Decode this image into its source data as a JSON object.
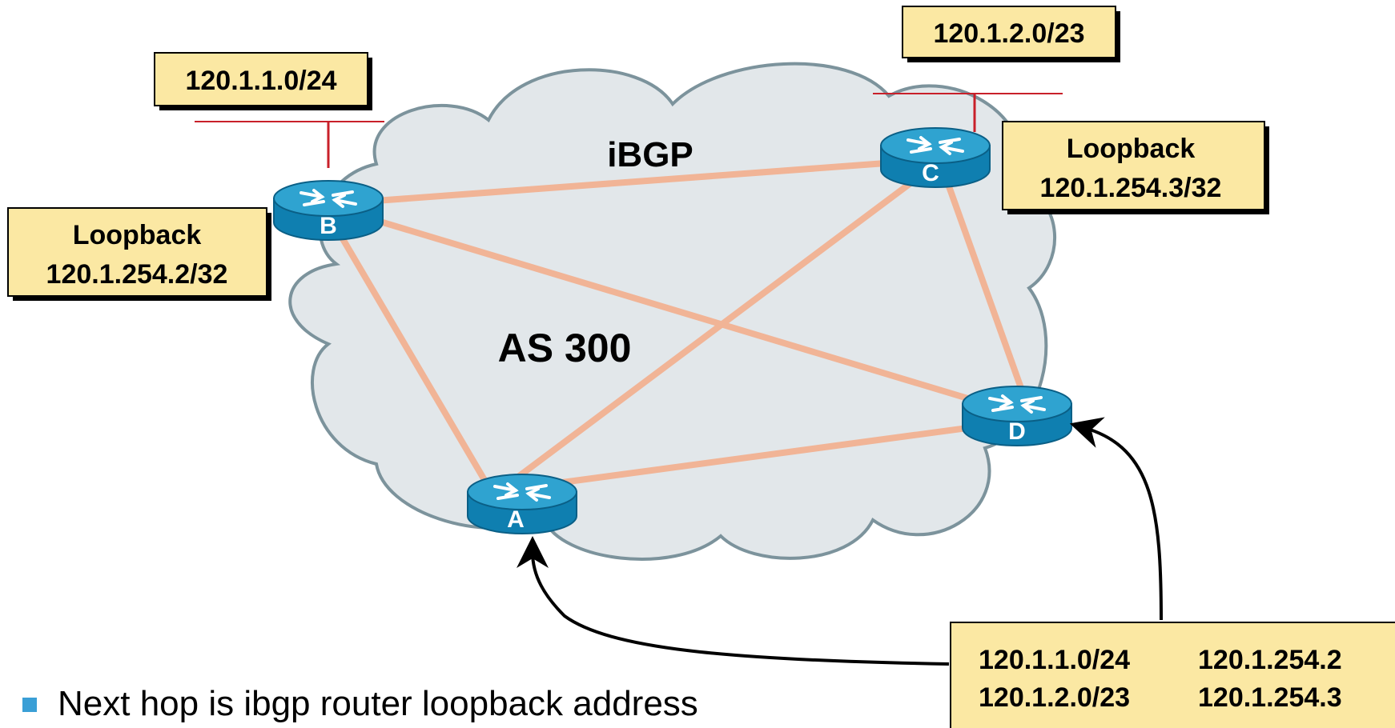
{
  "colors": {
    "cloud_fill": "#e2e7ea",
    "cloud_stroke": "#7c939c",
    "link": "#f1b496",
    "box_fill": "#fbe8a3",
    "box_stroke": "#000000",
    "lan_line": "#c8202a",
    "router_top": "#2fa3d0",
    "router_side": "#0f7fb0",
    "arrow": "#000000",
    "bullet": "#3a9fd6"
  },
  "icons": {
    "router": "router-icon",
    "bullet": "square-bullet-icon"
  },
  "cloud": {
    "ibgp_label": "iBGP",
    "as_label": "AS 300"
  },
  "routers": {
    "a": {
      "letter": "A"
    },
    "b": {
      "letter": "B"
    },
    "c": {
      "letter": "C"
    },
    "d": {
      "letter": "D"
    }
  },
  "prefix_b": "120.1.1.0/24",
  "prefix_c": "120.1.2.0/23",
  "loopback_b": {
    "line1": "Loopback",
    "line2": "120.1.254.2/32"
  },
  "loopback_c": {
    "line1": "Loopback",
    "line2": "120.1.254.3/32"
  },
  "routing_table": {
    "rows": [
      {
        "prefix": "120.1.1.0/24",
        "next_hop": "120.1.254.2"
      },
      {
        "prefix": "120.1.2.0/23",
        "next_hop": "120.1.254.3"
      }
    ]
  },
  "bullet": {
    "text": "Next hop is ibgp router loopback address"
  }
}
